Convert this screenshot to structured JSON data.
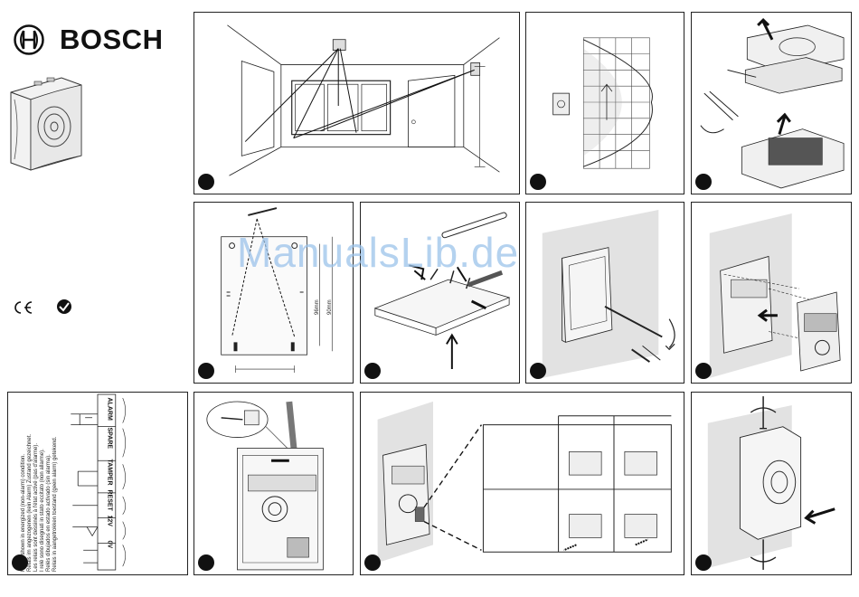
{
  "brand": {
    "name": "BOSCH"
  },
  "certifications": {
    "ce": "C Є",
    "check": "✔"
  },
  "watermark": "ManualsLib.de",
  "wiring": {
    "terminals": [
      "ALARM",
      "SPARE",
      "TAMPER",
      "RESET",
      "12V",
      "0V"
    ],
    "relay_notes": [
      "Relais shown in energized (non-alarm) condition.",
      "Relais im angezogenen (kein Alarm) Zustand gezeichnet.",
      "Les relais sont dessinés à l'état activé (pas d'alarme).",
      "I relè sono disegnati in stato eccitato (non allarme).",
      "Relés dibujados en estado activado (sin alarma).",
      "Relais in aangetrokken toestand (geen alarm) getekend."
    ]
  },
  "dimensions": {
    "a": "96mm",
    "b": "90mm"
  },
  "icons": [
    "bosch-logo-icon",
    "ce-mark-icon",
    "check-mark-icon",
    "step-dot-icon"
  ]
}
